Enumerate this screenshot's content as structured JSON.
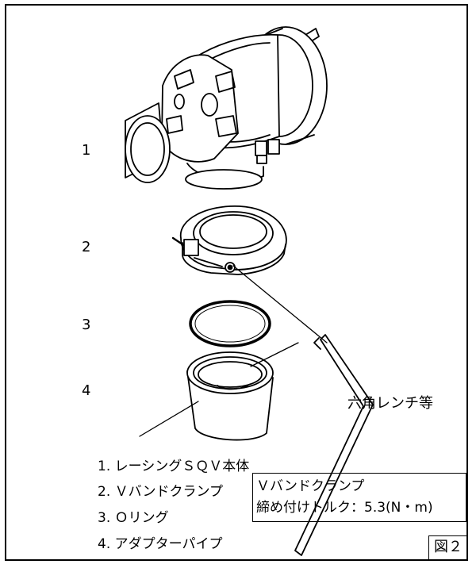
{
  "callouts": [
    "1",
    "2",
    "3",
    "4"
  ],
  "tool_label": "六角レンチ等",
  "legend": [
    "1. レーシングＳＱＶ本体",
    "2. Ｖバンドクランプ",
    "3. Ｏリング",
    "4. アダプターパイプ"
  ],
  "spec": {
    "title": "Ｖバンドクランプ",
    "torque": "締め付けトルク：5.3(N・m)"
  },
  "figure_label": "図２"
}
